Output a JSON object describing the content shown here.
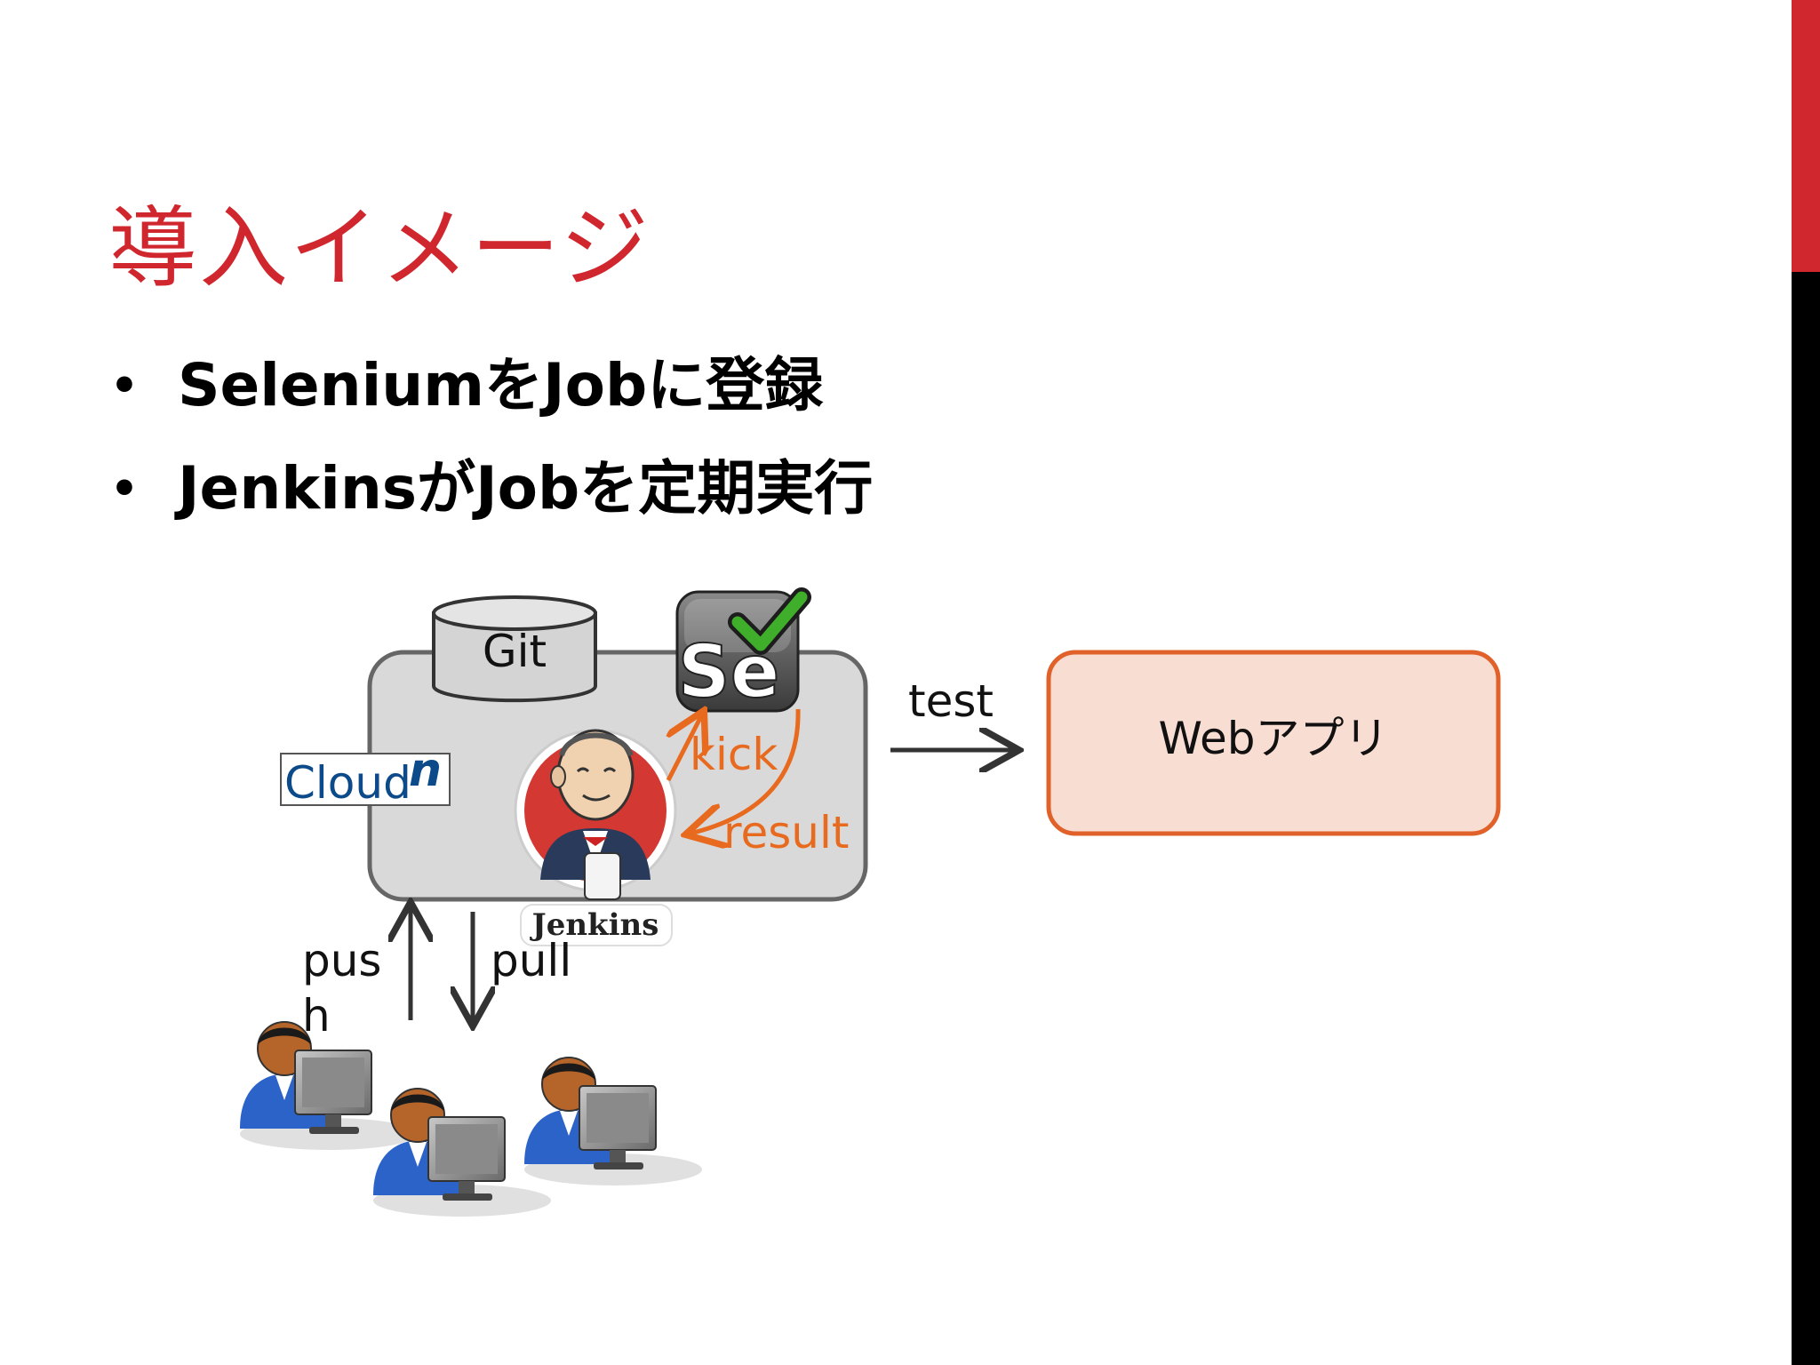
{
  "slide": {
    "title": "導入イメージ",
    "bullets": [
      "SeleniumをJobに登録",
      "JenkinsがJobを定期実行"
    ]
  },
  "diagram": {
    "git_label": "Git",
    "selenium_logo_text": "Se",
    "cloudn_label": "Cloud",
    "cloudn_superscript": "n",
    "kick_label": "kick",
    "result_label": "result",
    "jenkins_label": "Jenkins",
    "test_label": "test",
    "webapp_label": "Webアプリ",
    "push_label_line1": "pus",
    "push_label_line2": "h",
    "pull_label": "pull"
  },
  "colors": {
    "accent_red": "#d0272f",
    "arrow_orange": "#e86a1e",
    "webapp_fill": "#f8ddd2",
    "webapp_stroke": "#e0622a",
    "server_fill": "#d9d9da",
    "cloudn_blue": "#0d4a8a"
  }
}
